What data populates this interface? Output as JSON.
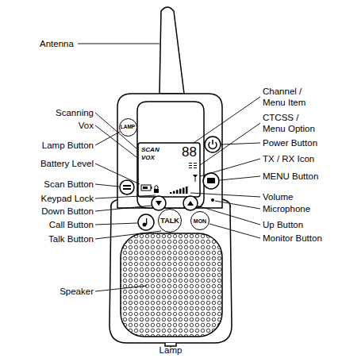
{
  "diagram": {
    "nodes": [
      {
        "text": [
          "LAMP"
        ]
      },
      {
        "text": [
          "SCAN",
          "VOX",
          "88"
        ]
      },
      {
        "text": [
          "TALK"
        ]
      },
      {
        "text": [
          "MON"
        ]
      }
    ],
    "labels": [
      "Antenna",
      "Scanning",
      "Vox",
      "Lamp Button",
      "Battery Level",
      "Scan Button",
      "Keypad Lock",
      "Down Button",
      "Call Button",
      "Talk Button",
      "Speaker",
      "Lamp",
      "Channel / Menu Item",
      "CTCSS / Menu Option",
      "Power Button",
      "TX / RX Icon",
      "MENU Button",
      "Volume",
      "Microphone",
      "Up Button",
      "Monitor Button"
    ]
  }
}
